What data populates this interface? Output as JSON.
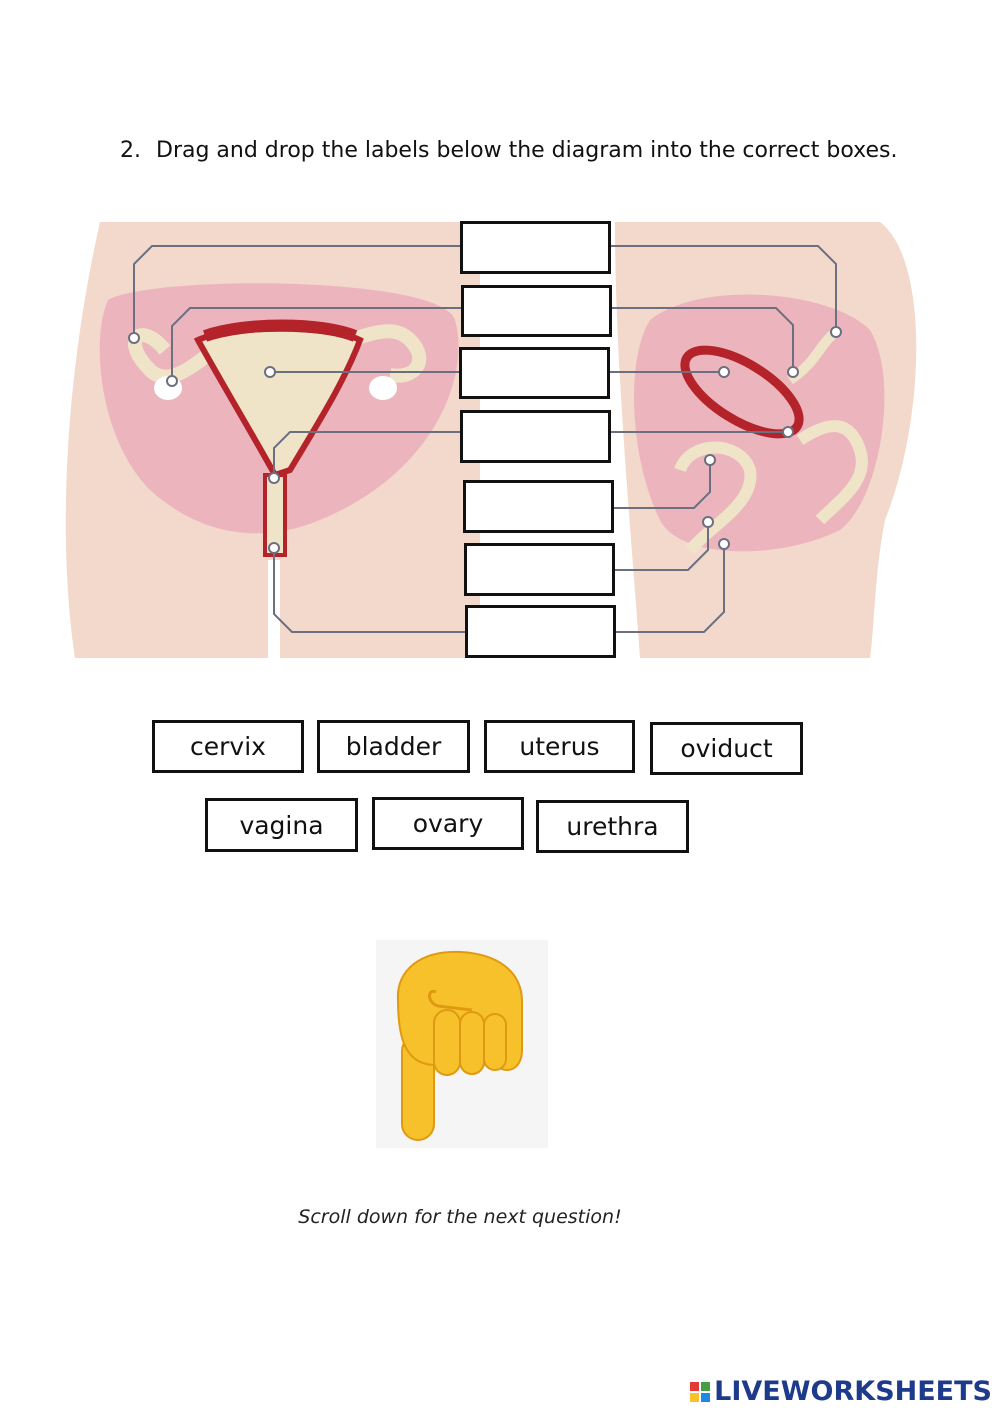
{
  "question": {
    "number": "2.",
    "text": "Drag and drop the labels below the diagram into the correct boxes."
  },
  "drop_zones": [
    "",
    "",
    "",
    "",
    "",
    "",
    ""
  ],
  "labels": [
    "cervix",
    "bladder",
    "uterus",
    "oviduct",
    "vagina",
    "ovary",
    "urethra"
  ],
  "hint": "Scroll down for the next question!",
  "brand": {
    "text": "LIVEWORKSHEETS",
    "logo_colors": [
      "#e53935",
      "#43a047",
      "#fbc02d",
      "#1e88e5"
    ]
  },
  "colors": {
    "skin": "#f3d9cc",
    "pelvis_pink": "#ecb5bd",
    "uterus_cream": "#efe4c8",
    "muscle_red": "#b4232a",
    "leader_line": "#6b6f80",
    "emoji_yellow": "#f7c12b"
  },
  "icons": {
    "hand": "pointing-down-hand-icon"
  }
}
